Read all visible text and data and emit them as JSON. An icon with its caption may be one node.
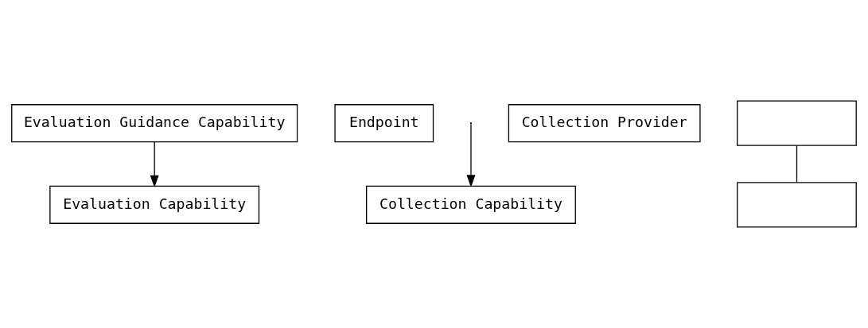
{
  "diagram": {
    "nodes": [
      {
        "text": [
          "Evaluation Guidance Capability"
        ]
      },
      {
        "text": [
          "Endpoint"
        ]
      },
      {
        "text": [
          "Collection Capability"
        ]
      },
      {
        "text": [
          "Collection Provider"
        ]
      },
      {
        "text": [
          "Evaluation Capability"
        ]
      },
      {
        "text": [],
        "shape": "box"
      },
      {
        "text": [],
        "shape": "box"
      }
    ],
    "edges": [
      {
        "from": 0,
        "to": 4,
        "arrow": "to"
      },
      {
        "from": null,
        "to": 2,
        "arrow": "to"
      },
      {
        "from": 5,
        "to": 6,
        "arrow": "none"
      }
    ]
  }
}
